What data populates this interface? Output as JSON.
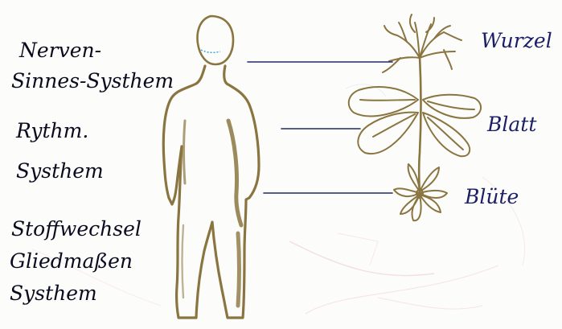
{
  "left_labels": {
    "nerve_line1": "Nerven-",
    "nerve_line2": "Sinnes-Systhem",
    "rhythm_line1": "Rythm.",
    "rhythm_line2": "Systhem",
    "metab_line1": "Stoffwechsel",
    "metab_line2": "Gliedmaßen",
    "metab_line3": "Systhem"
  },
  "right_labels": {
    "root": "Wurzel",
    "leaf": "Blatt",
    "flower": "Blüte"
  },
  "colors": {
    "pencil_brown": "#8a7540",
    "ink_blue": "#22266e",
    "connector": "#1f2a6b",
    "paper": "#fcfcfa"
  }
}
